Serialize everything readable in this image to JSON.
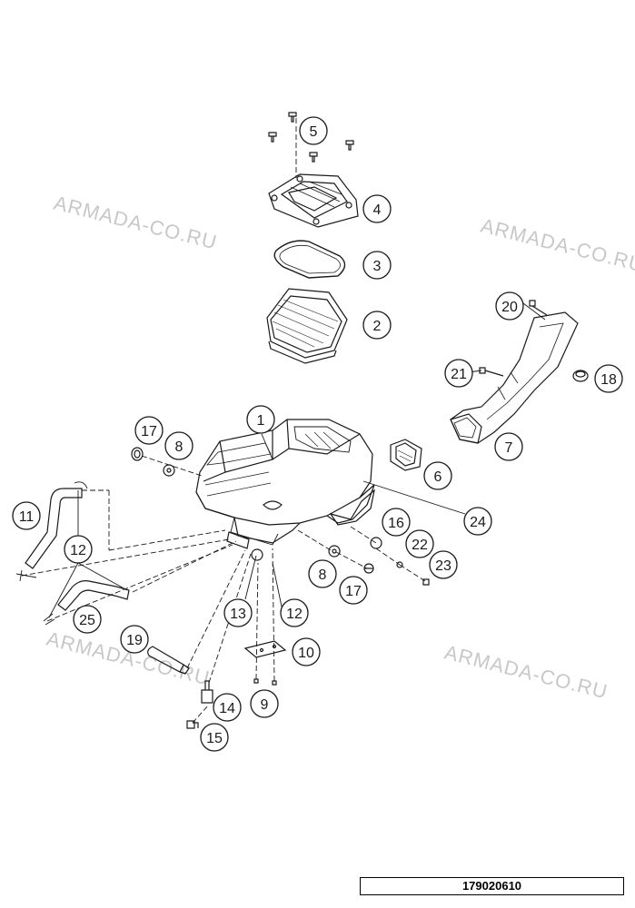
{
  "watermarks": [
    "ARMADA-CO.RU",
    "ARMADA-CO.RU",
    "ARMADA-CO.RU",
    "ARMADA-CO.RU"
  ],
  "reference_number": "179020610",
  "callouts": [
    "1",
    "2",
    "3",
    "4",
    "5",
    "6",
    "7",
    "8",
    "8",
    "9",
    "10",
    "11",
    "12",
    "12",
    "13",
    "14",
    "15",
    "16",
    "17",
    "17",
    "18",
    "19",
    "20",
    "21",
    "22",
    "23",
    "24",
    "25"
  ],
  "colors": {
    "line": "#1a1a1a",
    "watermark": "#c8c8c8",
    "background": "#ffffff"
  }
}
